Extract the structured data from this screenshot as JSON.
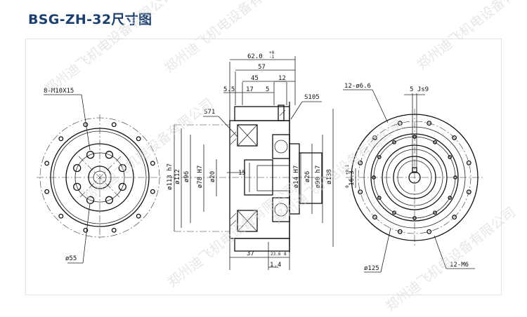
{
  "page": {
    "title": "BSG-ZH-32尺寸图"
  },
  "watermark": "郑州迪飞机电设备有限公司",
  "left_view": {
    "bolt_label": "8-M10X15",
    "dia_label": "ø55"
  },
  "side_view": {
    "top_dims": {
      "d62": "62.0",
      "d62_tol_top": "+0",
      "d62_tol_bot": "-1",
      "d57": "57",
      "d45": "45",
      "d12": "12",
      "d5_5": "5.5",
      "d17": "17",
      "d5": "5"
    },
    "labels": {
      "s71": "S71",
      "s105": "S105",
      "d15": "15"
    },
    "dias": {
      "d113": "ø113 h7",
      "d112": "ø112",
      "d96": "ø96",
      "d78": "ø78 H7",
      "d20": "ø20",
      "d14": "ø14 H7",
      "d26": "ø26",
      "d90": "ø90 h7",
      "d138": "ø138"
    },
    "bottom_dims": {
      "d37": "37",
      "d23_6": "23.6",
      "d8": "8",
      "d1_4": "1.4"
    }
  },
  "right_view": {
    "hole_label": "12-ø6.6",
    "key_label": "5 Js9",
    "d16_3": "16.3",
    "tol_plus": "+0.1",
    "tol_zero": "0",
    "bottom_dia": "ø125",
    "bottom_thread": "12-M6"
  },
  "colors": {
    "title": "#1d3f6e",
    "line": "#111111",
    "watermark": "#d4d4d4"
  }
}
